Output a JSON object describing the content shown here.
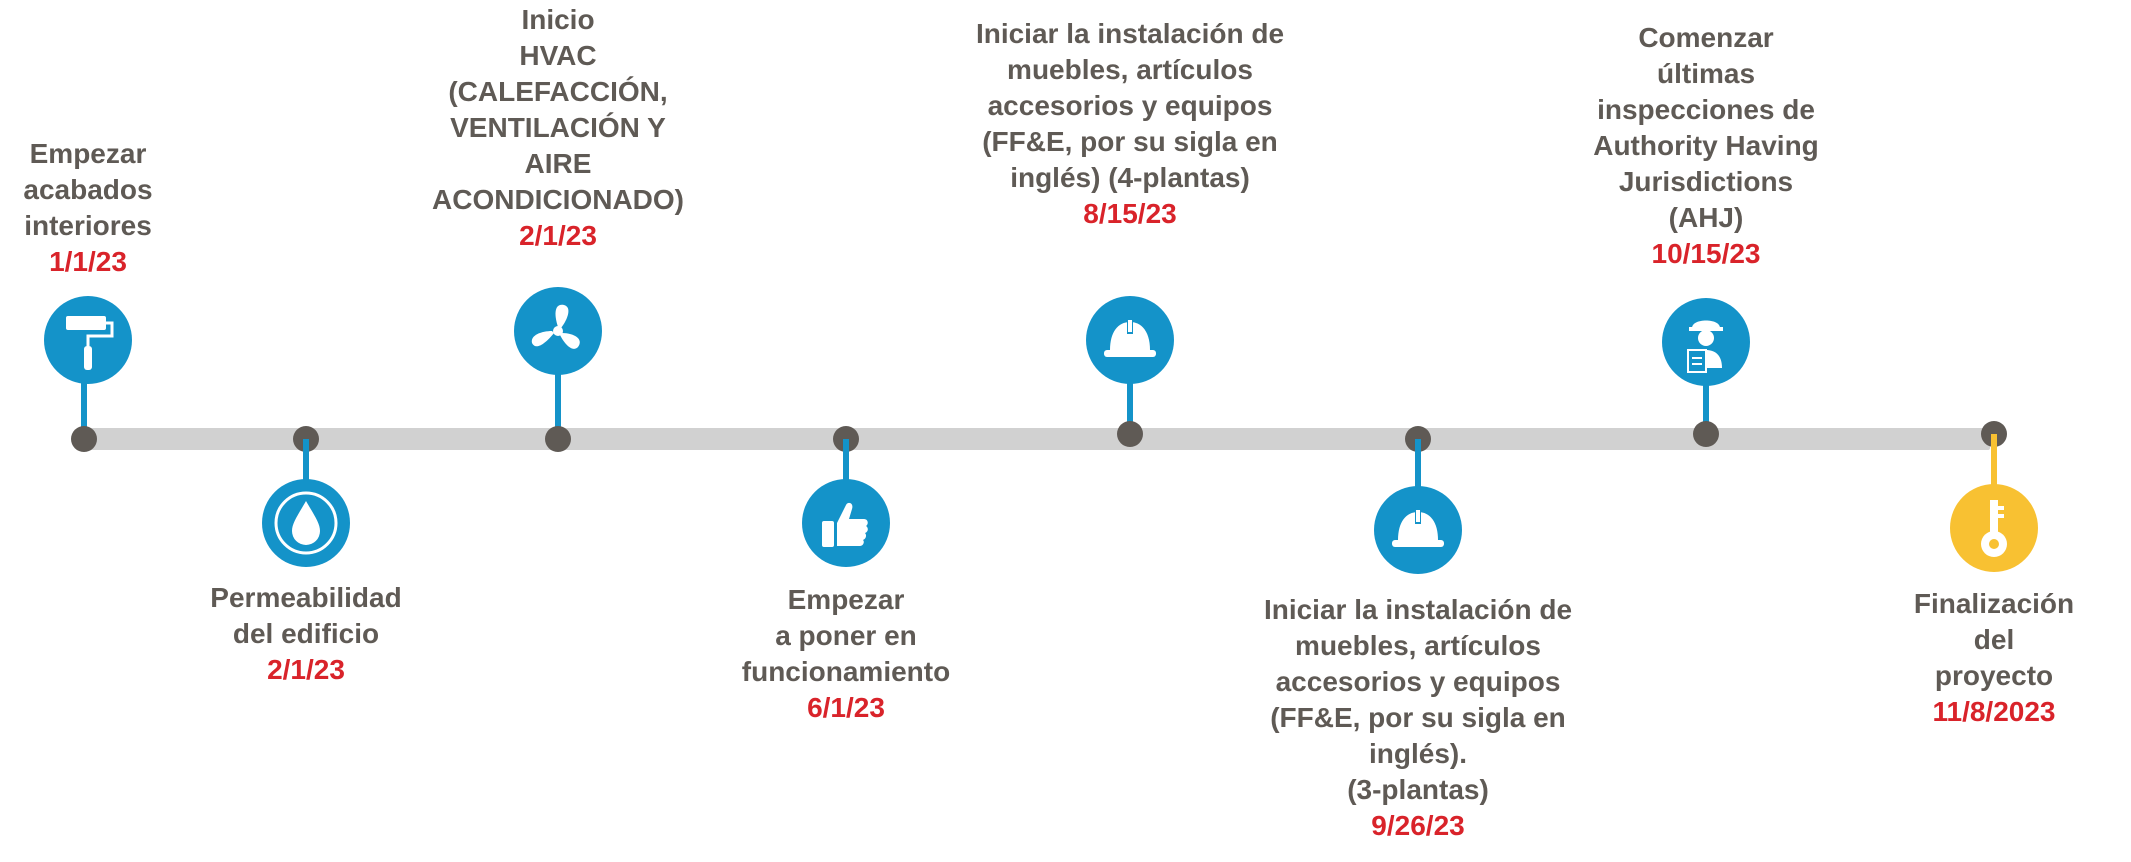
{
  "milestones": [
    {
      "title": "Empezar\nacabados\ninteriores",
      "date": "1/1/23",
      "icon": "paint-roller-icon",
      "color": "#1493c9"
    },
    {
      "title": "Permeabilidad\ndel edificio",
      "date": "2/1/23",
      "icon": "water-drop-icon",
      "color": "#1493c9"
    },
    {
      "title": "Inicio\nHVAC\n(CALEFACCIÓN,\nVENTILACIÓN Y\nAIRE\nACONDICIONADO)",
      "date": "2/1/23",
      "icon": "fan-icon",
      "color": "#1493c9"
    },
    {
      "title": "Empezar\na poner en\nfuncionamiento",
      "date": "6/1/23",
      "icon": "thumbs-up-icon",
      "color": "#1493c9"
    },
    {
      "title": "Iniciar la instalación de\nmuebles, artículos\naccesorios y equipos\n(FF&E, por su sigla en\ninglés) (4-plantas)",
      "date": "8/15/23",
      "icon": "hard-hat-icon",
      "color": "#1493c9"
    },
    {
      "title": "Iniciar la instalación de\nmuebles, artículos\naccesorios y equipos\n(FF&E, por su sigla en\ninglés).\n(3-plantas)",
      "date": "9/26/23",
      "icon": "hard-hat-icon",
      "color": "#1493c9"
    },
    {
      "title": "Comenzar\núltimas\ninspecciones de\nAuthority Having\nJurisdictions\n(AHJ)",
      "date": "10/15/23",
      "icon": "inspector-clipboard-icon",
      "color": "#1493c9"
    },
    {
      "title": "Finalización del\nproyecto",
      "date": "11/8/2023",
      "icon": "key-icon",
      "color": "#f8c132"
    }
  ],
  "colors": {
    "track": "#d1d1d1",
    "dot": "#5f5a55",
    "text": "#5f5a55",
    "date": "#d9232a"
  }
}
